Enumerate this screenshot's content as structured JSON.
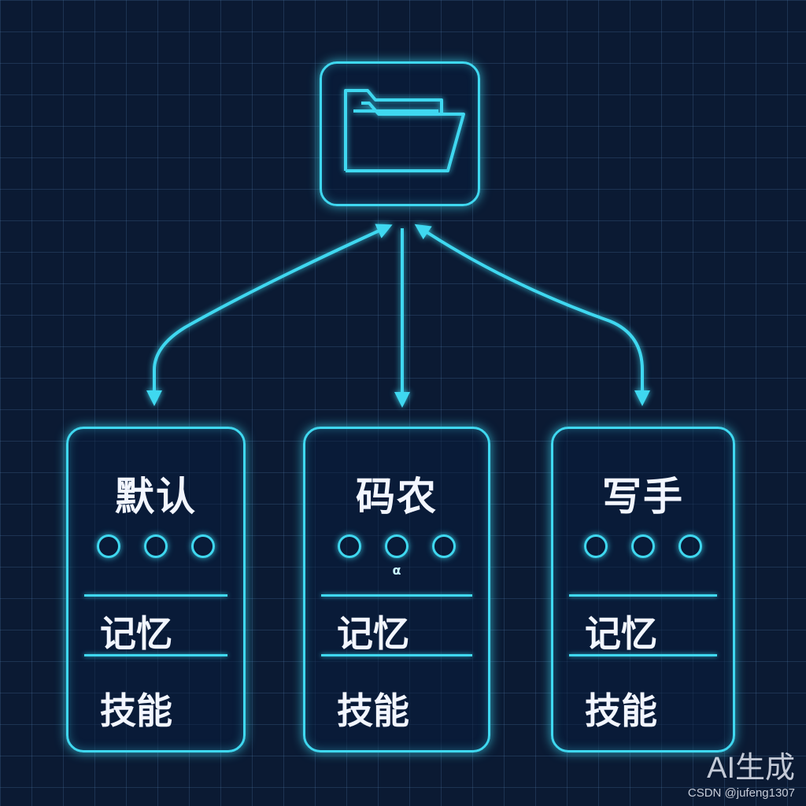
{
  "root": {
    "icon": "folder-icon"
  },
  "cards": [
    {
      "title": "默认",
      "memory": "记忆",
      "skill": "技能",
      "badge": ""
    },
    {
      "title": "码农",
      "memory": "记忆",
      "skill": "技能",
      "badge": "α"
    },
    {
      "title": "写手",
      "memory": "记忆",
      "skill": "技能",
      "badge": ""
    }
  ],
  "watermark": {
    "main": "AI生成",
    "sub": "CSDN @jufeng1307"
  },
  "colors": {
    "accent": "#3fd8f0",
    "background": "#0b1a33",
    "text": "#f2f6ff"
  }
}
